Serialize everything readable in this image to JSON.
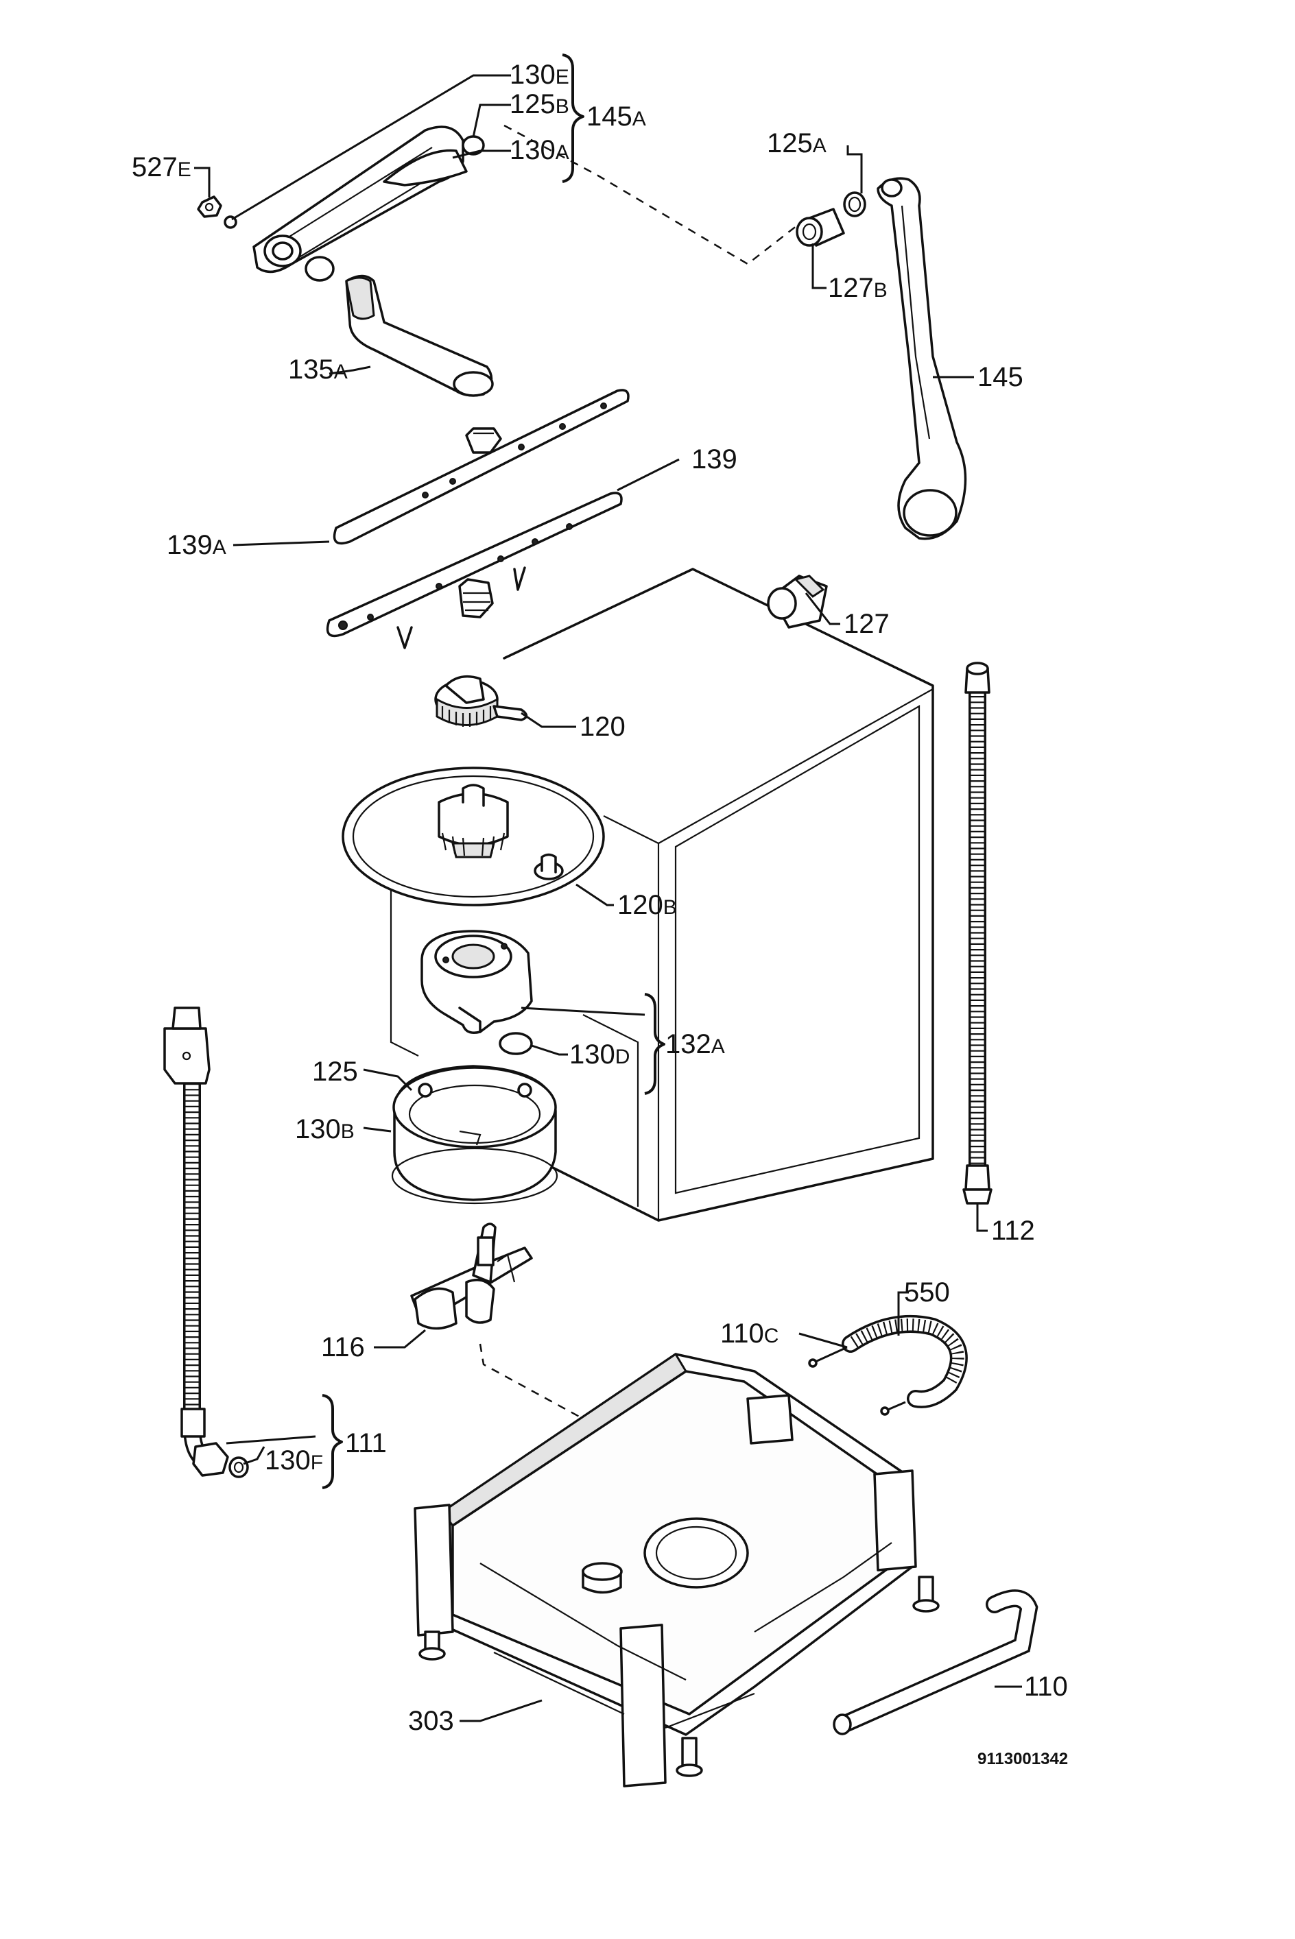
{
  "labels": {
    "l527E": {
      "num": "527",
      "suf": "E"
    },
    "l130E": {
      "num": "130",
      "suf": "E"
    },
    "l125B": {
      "num": "125",
      "suf": "B"
    },
    "l130A": {
      "num": "130",
      "suf": "A"
    },
    "l145A": {
      "num": "145",
      "suf": "A"
    },
    "l125A": {
      "num": "125",
      "suf": "A"
    },
    "l127B": {
      "num": "127",
      "suf": "B"
    },
    "l135A": {
      "num": "135",
      "suf": "A"
    },
    "l145": {
      "num": "145"
    },
    "l139": {
      "num": "139"
    },
    "l139A": {
      "num": "139",
      "suf": "A"
    },
    "l127": {
      "num": "127"
    },
    "l120": {
      "num": "120"
    },
    "l120B": {
      "num": "120",
      "suf": "B"
    },
    "l132A": {
      "num": "132",
      "suf": "A"
    },
    "l130D": {
      "num": "130",
      "suf": "D"
    },
    "l125": {
      "num": "125"
    },
    "l130B": {
      "num": "130",
      "suf": "B"
    },
    "l112": {
      "num": "112"
    },
    "l550": {
      "num": "550"
    },
    "l110C": {
      "num": "110",
      "suf": "C"
    },
    "l116": {
      "num": "116"
    },
    "l111": {
      "num": "111"
    },
    "l130F": {
      "num": "130",
      "suf": "F"
    },
    "l110": {
      "num": "110"
    },
    "l303": {
      "num": "303"
    }
  },
  "document_id": "9113001342"
}
